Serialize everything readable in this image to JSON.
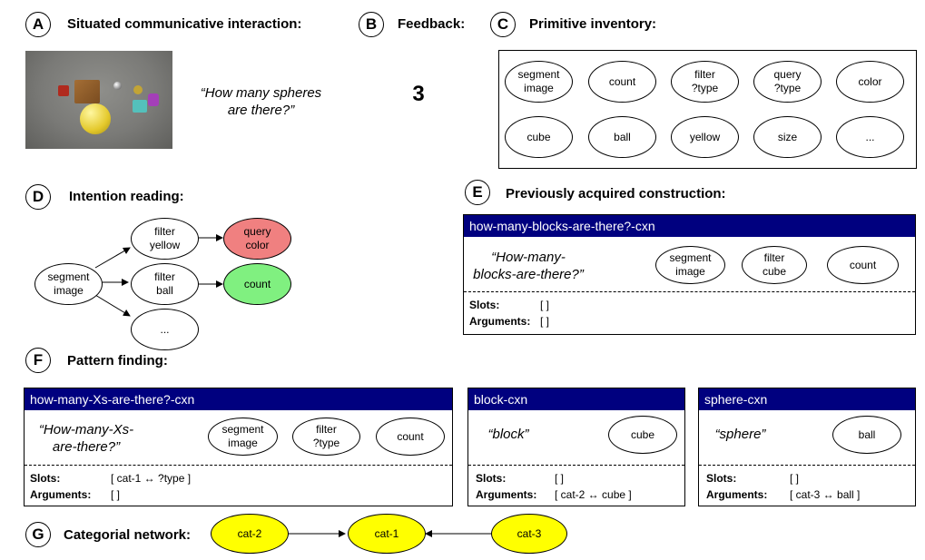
{
  "colors": {
    "header": "#00007f",
    "arrow_blue": "#00007f",
    "query_color_fill": "#f08080",
    "count_fill": "#80f080",
    "cat_fill": "#ffff00"
  },
  "A": {
    "letter": "A",
    "title": "Situated communicative interaction:",
    "question": "“How many spheres\nare there?”"
  },
  "B": {
    "letter": "B",
    "title": "Feedback:",
    "answer": "3"
  },
  "C": {
    "letter": "C",
    "title": "Primitive inventory:",
    "items": [
      "segment\nimage",
      "count",
      "filter\n?type",
      "query\n?type",
      "color",
      "cube",
      "ball",
      "yellow",
      "size",
      "..."
    ]
  },
  "D": {
    "letter": "D",
    "title": "Intention reading:",
    "nodes": {
      "segment": "segment\nimage",
      "filter_yellow": "filter\nyellow",
      "query_color": "query\ncolor",
      "filter_ball": "filter\nball",
      "count": "count",
      "more": "..."
    }
  },
  "E": {
    "letter": "E",
    "title": "Previously acquired construction:",
    "cxn_name": "how-many-blocks-are-there?-cxn",
    "utterance": "“How-many-\nblocks-are-there?”",
    "nodes": [
      "segment\nimage",
      "filter\ncube",
      "count"
    ],
    "slots_label": "Slots:",
    "slots_value": "[ ]",
    "args_label": "Arguments:",
    "args_value": "[ ]"
  },
  "F": {
    "letter": "F",
    "title": "Pattern finding:",
    "xs_cxn": {
      "name": "how-many-Xs-are-there?-cxn",
      "utterance": "“How-many-Xs-\nare-there?”",
      "nodes": [
        "segment\nimage",
        "filter\n?type",
        "count"
      ],
      "slots_label": "Slots:",
      "slots_value": "[ cat-1 ↔ ?type ]",
      "args_label": "Arguments:",
      "args_value": "[ ]"
    },
    "block_cxn": {
      "name": "block-cxn",
      "utterance": "“block”",
      "node": "cube",
      "slots_label": "Slots:",
      "slots_value": "[ ]",
      "args_label": "Arguments:",
      "args_value": "[ cat-2 ↔ cube ]"
    },
    "sphere_cxn": {
      "name": "sphere-cxn",
      "utterance": "“sphere”",
      "node": "ball",
      "slots_label": "Slots:",
      "slots_value": "[ ]",
      "args_label": "Arguments:",
      "args_value": "[ cat-3 ↔ ball ]"
    }
  },
  "G": {
    "letter": "G",
    "title": "Categorial network:",
    "nodes": [
      "cat-2",
      "cat-1",
      "cat-3"
    ]
  }
}
